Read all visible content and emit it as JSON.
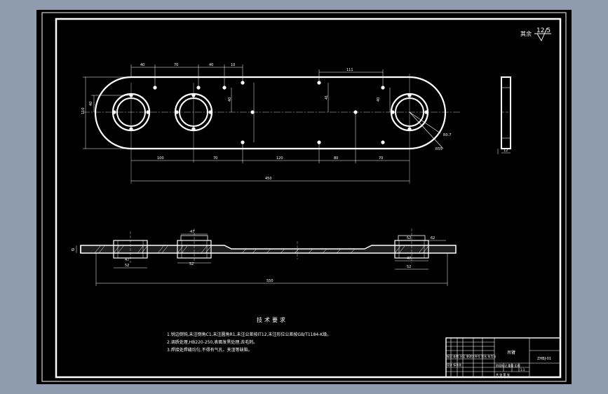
{
  "drawing": {
    "roughness_symbol": {
      "prefix": "其余",
      "value": "12.5"
    },
    "dimensions": {
      "top_1": "40",
      "top_2": "70",
      "top_3": "40",
      "top_4": "10",
      "top_5": "111",
      "left_height": "110",
      "left_2": "40",
      "mid_v1": "40",
      "mid_v2": "41",
      "mid_v3": "40",
      "bottom_1": "100",
      "bottom_2": "70",
      "bottom_3": "120",
      "bottom_4": "80",
      "bottom_5": "70",
      "overall_length": "450",
      "radius_1": "R0.7",
      "radius_2": "R55",
      "side_height": "12",
      "sec_left_label": "Ø",
      "sec_dim_1": "47",
      "sec_dim_2": "52",
      "sec_dim_3": "47",
      "sec_dim_4": "52",
      "sec_dim_5": "47",
      "sec_dim_6": "62",
      "sec_dim_7": "52",
      "sec_dim_8": "52",
      "sec_overall": "550"
    },
    "notes": {
      "title": "技术要求",
      "line_1": "1.锐边倒钝,未注倒角C1,未注圆角R1,未注公差按IT12,未注形位公差按GB/T1184-K级。",
      "line_2": "2.调质处理,HB220-250,表面发黑处理,去毛刺。",
      "line_3": "3.焊接处焊缝均匀,不得有气孔、夹渣等缺陷。"
    },
    "title_block": {
      "part_name": "吊臂",
      "drawing_no": "ZHBJ-01",
      "row_1": "标记 处数 分区 更改文件号 签名 年月日",
      "row_2": "设计 标准化",
      "row_3": "阶段标记 重量 比例",
      "scale": "1:1",
      "row_4": "共 张 第 张"
    }
  }
}
